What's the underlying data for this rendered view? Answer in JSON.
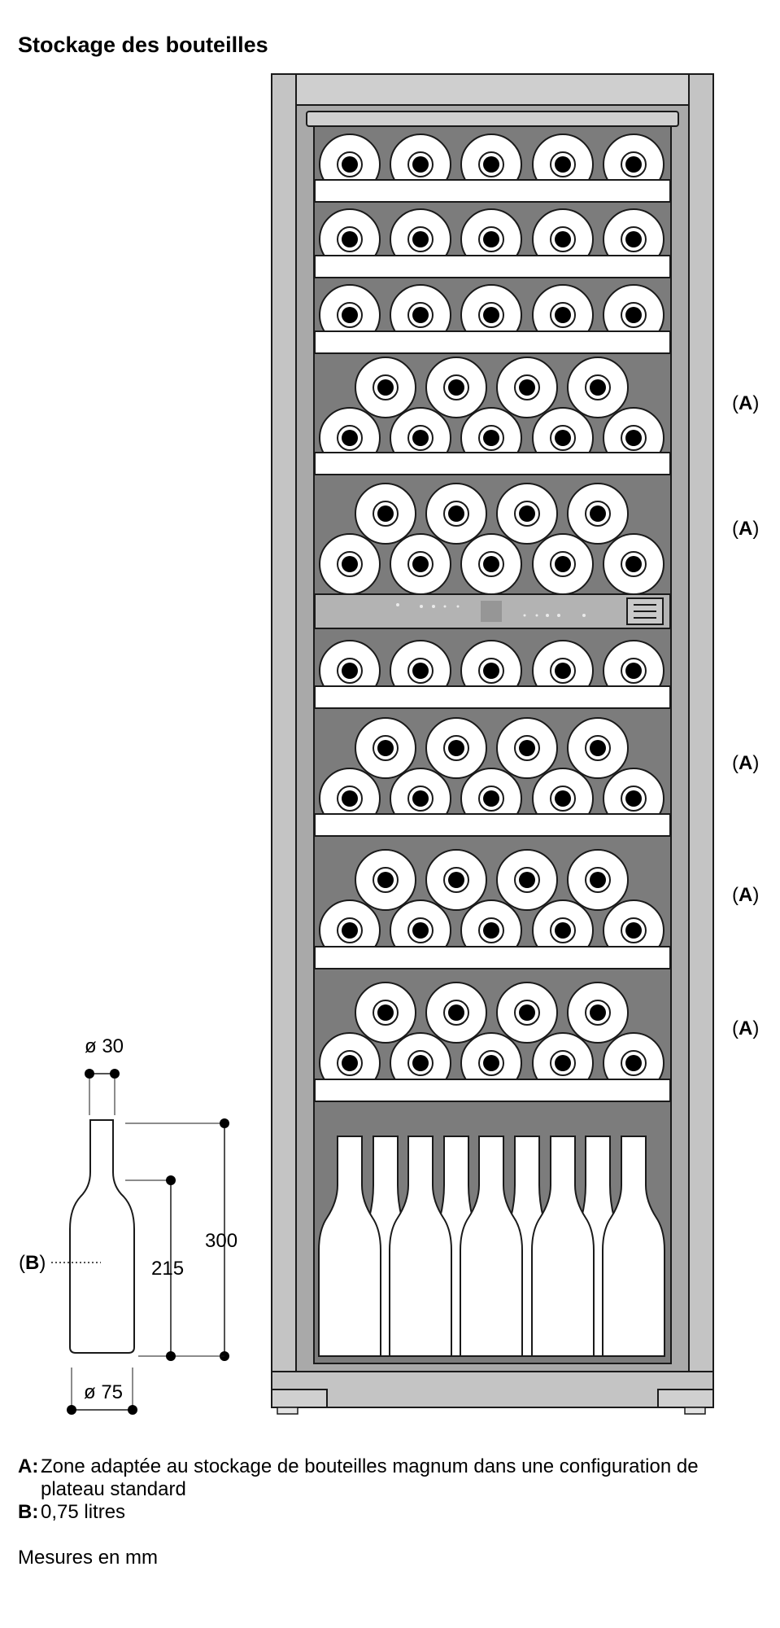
{
  "title": "Stockage des bouteilles",
  "zone_marker": "A",
  "zone_labels": [
    "A",
    "A",
    "A",
    "A",
    "A"
  ],
  "bottle": {
    "marker": "B",
    "neck_diameter": "ø 30",
    "base_diameter": "ø 75",
    "total_height": "300",
    "body_height": "215"
  },
  "legend": [
    {
      "key": "A:",
      "text": "Zone adaptée au stockage de bouteilles magnum dans une configuration de plateau standard"
    },
    {
      "key": "B:",
      "text": "0,75 litres"
    }
  ],
  "unit_note": "Mesures en mm",
  "colors": {
    "frame_outer": "#b9b9b9",
    "interior": "#7c7c7c",
    "shelf": "#ffffff",
    "panel": "#a6a6a6",
    "outline": "#1a1a1a"
  }
}
